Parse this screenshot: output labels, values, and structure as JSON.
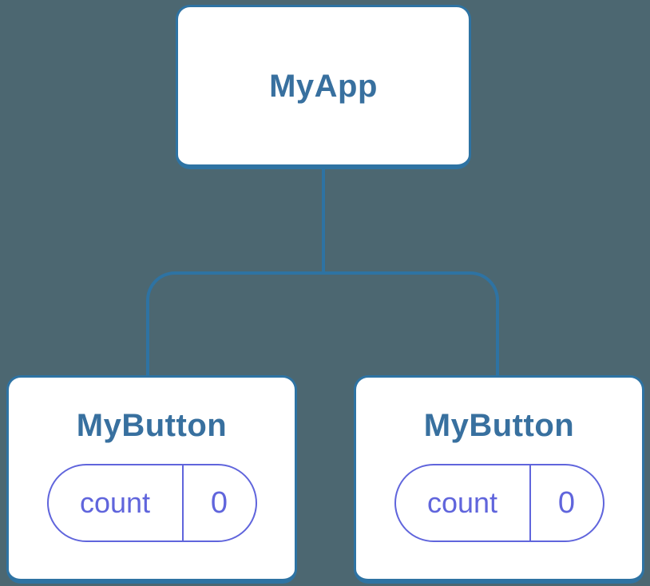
{
  "colors": {
    "bg": "#4C6771",
    "stroke": "#2E73A3",
    "fill": "#FFFFFF",
    "label": "#38709F",
    "accent": "#6065DC"
  },
  "tree": {
    "root": {
      "label": "MyApp"
    },
    "children": [
      {
        "label": "MyButton",
        "state": {
          "name": "count",
          "value": "0"
        }
      },
      {
        "label": "MyButton",
        "state": {
          "name": "count",
          "value": "0"
        }
      }
    ]
  }
}
